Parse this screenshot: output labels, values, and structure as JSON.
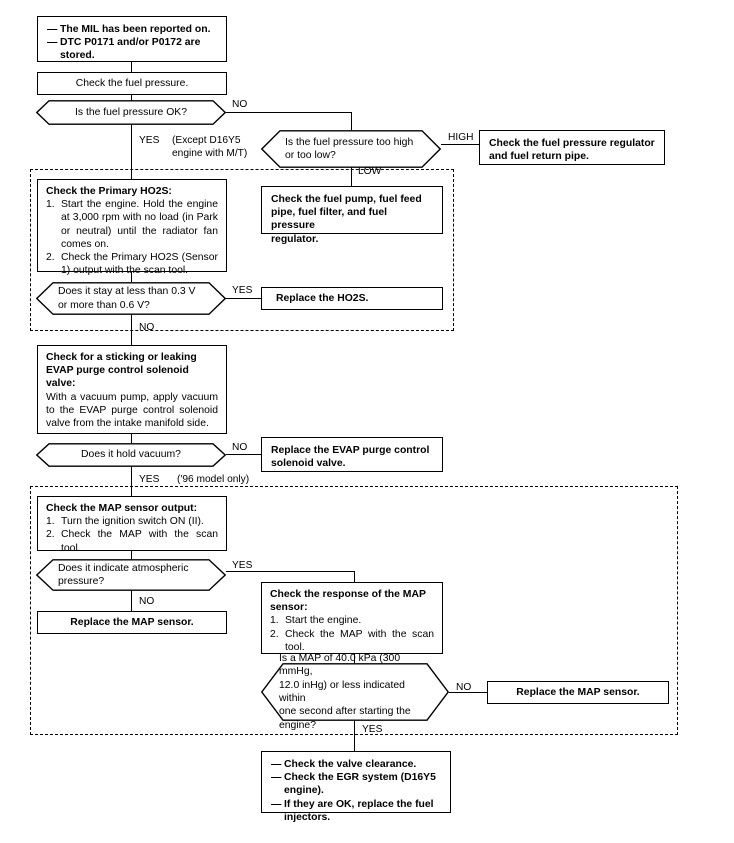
{
  "document": {
    "title": "Fuel System Too Lean Troubleshooting Flowchart",
    "type": "diagnostic-flowchart"
  },
  "nodes": {
    "symptom": {
      "kind": "process",
      "lines": [
        "The MIL has been reported on.",
        "DTC P0171 and/or P0172 are stored."
      ]
    },
    "check_fuel_pressure": {
      "kind": "process",
      "text": "Check the fuel pressure."
    },
    "q_fuel_pressure_ok": {
      "kind": "decision",
      "text": "Is the fuel pressure OK?",
      "yes": "YES",
      "no": "NO"
    },
    "q_pressure_high_low": {
      "kind": "decision",
      "line1": "Is the fuel pressure too high",
      "line2": "or too low?",
      "high": "HIGH",
      "low": "LOW"
    },
    "fix_regulator": {
      "kind": "terminal",
      "line1": "Check the fuel pressure regulator",
      "line2": "and fuel return pipe."
    },
    "fix_pump": {
      "kind": "terminal",
      "line1": "Check the fuel pump, fuel feed",
      "line2": "pipe, fuel filter, and fuel pressure",
      "line3": "regulator."
    },
    "check_primary_ho2s": {
      "kind": "process",
      "heading": "Check the Primary HO2S:",
      "steps": [
        {
          "num": "1.",
          "text": "Start the engine. Hold the engine at 3,000 rpm with no load (in Park or neutral) until the radiator fan comes on."
        },
        {
          "num": "2.",
          "text": "Check the Primary HO2S (Sensor 1) output with the scan tool."
        }
      ]
    },
    "q_ho2s_voltage": {
      "kind": "decision",
      "line1": "Does it stay at less than 0.3 V",
      "line2": "or more than 0.6 V?",
      "yes": "YES",
      "no": "NO"
    },
    "replace_ho2s": {
      "kind": "terminal",
      "text": "Replace the HO2S."
    },
    "check_evap": {
      "kind": "process",
      "heading_line1": "Check for a sticking or leaking",
      "heading_line2": "EVAP purge control solenoid",
      "heading_line3": "valve:",
      "body": "With a vacuum pump, apply vacuum to the EVAP purge control solenoid valve from the intake manifold side."
    },
    "q_hold_vacuum": {
      "kind": "decision",
      "text": "Does it hold vacuum?",
      "yes": "YES",
      "no": "NO"
    },
    "replace_evap": {
      "kind": "terminal",
      "line1": "Replace the EVAP purge control",
      "line2": "solenoid valve."
    },
    "check_map_output": {
      "kind": "process",
      "heading": "Check the MAP sensor output:",
      "steps": [
        {
          "num": "1.",
          "text": "Turn the ignition switch ON (II)."
        },
        {
          "num": "2.",
          "text": "Check the MAP with the scan tool."
        }
      ]
    },
    "q_atmospheric": {
      "kind": "decision",
      "line1": "Does it indicate atmospheric",
      "line2": "pressure?",
      "yes": "YES",
      "no": "NO"
    },
    "replace_map_left": {
      "kind": "terminal",
      "text": "Replace the MAP sensor."
    },
    "check_map_response": {
      "kind": "process",
      "heading_line1": "Check the response of the MAP",
      "heading_line2": "sensor:",
      "steps": [
        {
          "num": "1.",
          "text": "Start the engine."
        },
        {
          "num": "2.",
          "text": "Check the MAP with the scan tool."
        }
      ]
    },
    "q_map_40kpa": {
      "kind": "decision",
      "line1": "Is a MAP of 40.0 kPa (300 mmHg,",
      "line2": "12.0 inHg) or less indicated within",
      "line3": "one second after starting the",
      "line4": "engine?",
      "yes": "YES",
      "no": "NO"
    },
    "replace_map_right": {
      "kind": "terminal",
      "text": "Replace the MAP sensor."
    },
    "final_actions": {
      "kind": "terminal",
      "lines": [
        "Check the valve clearance.",
        "Check the EGR system (D16Y5 engine).",
        "If they are OK, replace the fuel injectors."
      ]
    }
  },
  "notes": {
    "except_d16y5": "(Except D16Y5\nengine with M/T)",
    "model_96_only": "('96 model only)"
  },
  "colors": {
    "line": "#000000",
    "background": "#ffffff"
  }
}
